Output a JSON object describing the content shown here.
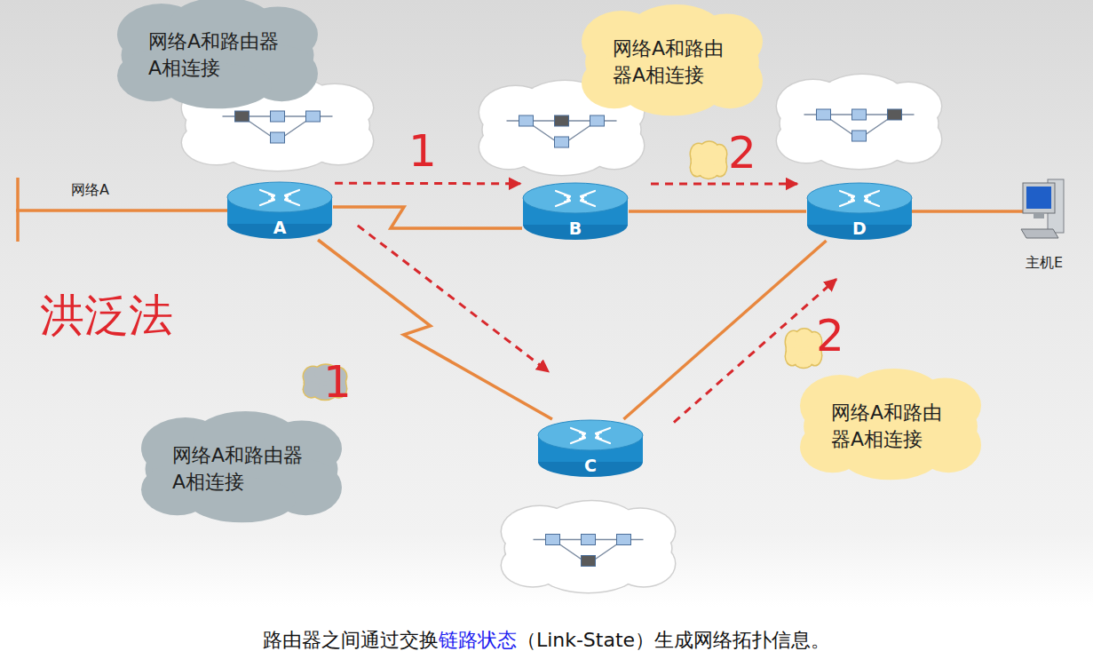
{
  "diagram": {
    "caption": "路由器之间通过交换链路状态（Link-State）生成网络拓扑信息。",
    "nodes": [
      {
        "text": [
          "网络A和路由器A相连接"
        ]
      },
      {
        "text": [
          "网络A和路由器A相连接"
        ]
      },
      {
        "text": [
          "A"
        ]
      },
      {
        "text": [
          "B"
        ]
      },
      {
        "text": [
          "D"
        ]
      },
      {
        "text": [
          "网络A和路由器A相连接"
        ]
      },
      {
        "text": [
          "网络A和路由器A相连接"
        ]
      },
      {
        "text": [
          "C"
        ]
      }
    ],
    "edges": [
      {
        "from": 2,
        "to": 3,
        "arrow": "none"
      },
      {
        "from": 3,
        "to": 4,
        "arrow": "none"
      },
      {
        "from": 2,
        "to": 7,
        "arrow": "none"
      },
      {
        "from": 7,
        "to": 4,
        "arrow": "none"
      },
      {
        "from": 2,
        "to": 3,
        "arrow": "to",
        "label": "1"
      },
      {
        "from": 3,
        "to": 4,
        "arrow": "to",
        "label": "2"
      },
      {
        "from": 2,
        "to": 7,
        "arrow": "to",
        "label": "1"
      },
      {
        "from": 7,
        "to": 4,
        "arrow": "to",
        "label": "2"
      }
    ],
    "labels": [
      "洪泛法",
      "网络A",
      "主机E"
    ]
  }
}
